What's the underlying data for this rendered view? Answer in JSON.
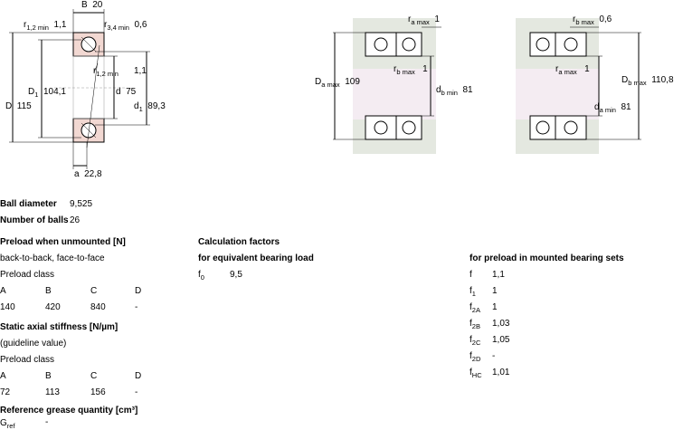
{
  "drawing_left": {
    "B": "B",
    "B_val": "20",
    "r12": "r",
    "r12_sub": "1,2 min",
    "r12_val": "1,1",
    "r34": "r",
    "r34_sub": "3,4 min",
    "r34_val": "0,6",
    "r12b": "r",
    "r12b_sub": "1,2 min",
    "r12b_val": "1,1",
    "D": "D",
    "D_val": "115",
    "D1": "D",
    "D1_sub": "1",
    "D1_val": "104,1",
    "d": "d",
    "d_val": "75",
    "d1": "d",
    "d1_sub": "1",
    "d1_val": "89,3",
    "a": "a",
    "a_val": "22,8"
  },
  "drawing_mid": {
    "ra": "r",
    "ra_sub": "a max",
    "ra_val": "1",
    "rb": "r",
    "rb_sub": "b max",
    "rb_val": "1",
    "Da": "D",
    "Da_sub": "a max",
    "Da_val": "109",
    "db": "d",
    "db_sub": "b min",
    "db_val": "81"
  },
  "drawing_right": {
    "rb": "r",
    "rb_sub": "b max",
    "rb_val": "0,6",
    "ra": "r",
    "ra_sub": "a max",
    "ra_val": "1",
    "Db": "D",
    "Db_sub": "b max",
    "Db_val": "110,8",
    "da": "d",
    "da_sub": "a min",
    "da_val": "81"
  },
  "balls": {
    "diameter_label": "Ball diameter",
    "diameter_val": "9,525",
    "number_label": "Number of balls",
    "number_val": "26"
  },
  "preload": {
    "title": "Preload when unmounted [N]",
    "arrangement": "back-to-back, face-to-face",
    "class_label": "Preload class",
    "classes": [
      "A",
      "B",
      "C",
      "D"
    ],
    "values": [
      "140",
      "420",
      "840",
      "-"
    ]
  },
  "stiffness": {
    "title": "Static axial stiffness [N/µm]",
    "note": "(guideline value)",
    "class_label": "Preload class",
    "classes": [
      "A",
      "B",
      "C",
      "D"
    ],
    "values": [
      "72",
      "113",
      "156",
      "-"
    ]
  },
  "grease": {
    "title": "Reference grease quantity [cm³]",
    "label": "G",
    "label_sub": "ref",
    "value": "-"
  },
  "calc": {
    "title": "Calculation factors",
    "equiv_title": "for equivalent bearing load",
    "f0_label": "f",
    "f0_sub": "0",
    "f0_val": "9,5",
    "mounted_title": "for preload in mounted bearing sets",
    "factors": [
      {
        "label": "f",
        "sub": "",
        "val": "1,1"
      },
      {
        "label": "f",
        "sub": "1",
        "val": "1"
      },
      {
        "label": "f",
        "sub": "2A",
        "val": "1"
      },
      {
        "label": "f",
        "sub": "2B",
        "val": "1,03"
      },
      {
        "label": "f",
        "sub": "2C",
        "val": "1,05"
      },
      {
        "label": "f",
        "sub": "2D",
        "val": "-"
      },
      {
        "label": "f",
        "sub": "HC",
        "val": "1,01"
      }
    ]
  }
}
